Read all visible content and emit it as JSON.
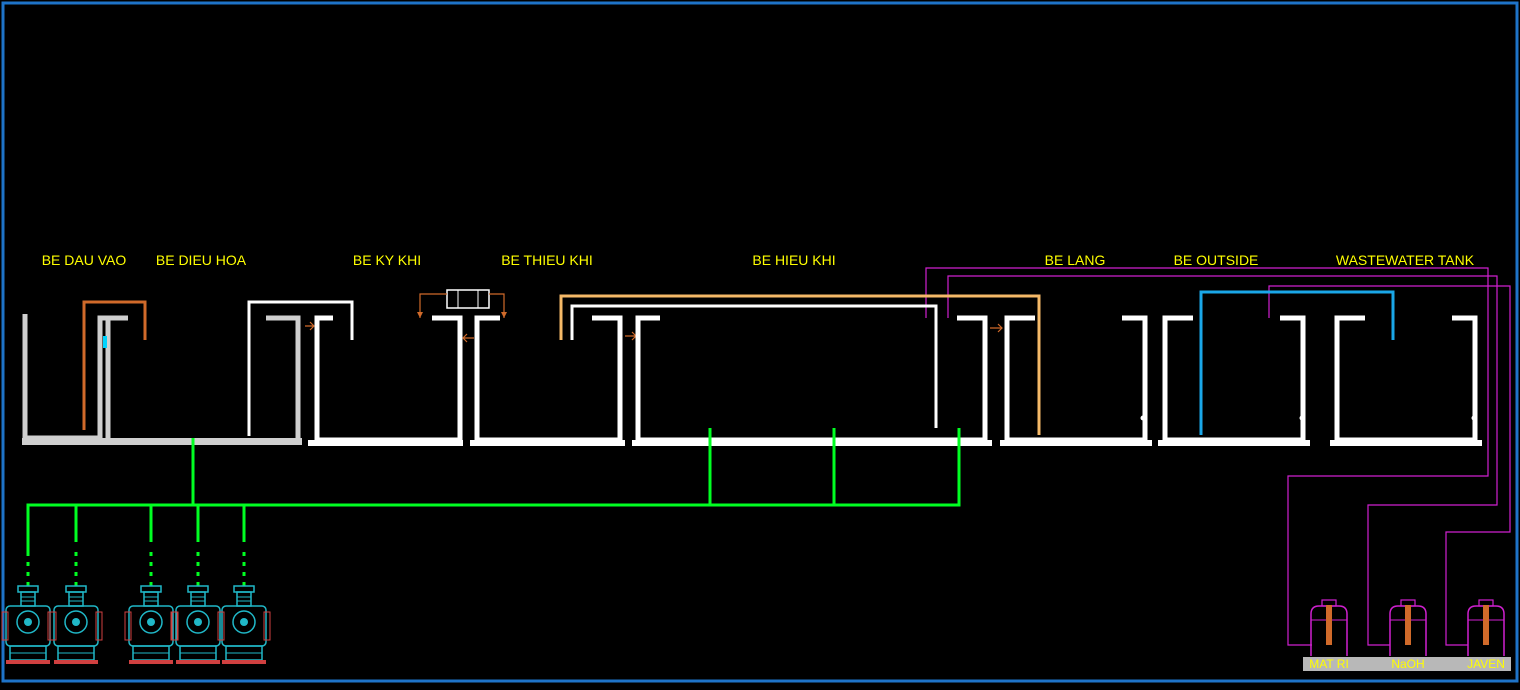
{
  "diagram": {
    "tank_labels": [
      {
        "id": "be-dau-vao",
        "text": "BE DAU VAO"
      },
      {
        "id": "be-dieu-hoa",
        "text": "BE DIEU HOA"
      },
      {
        "id": "be-ky-khi",
        "text": "BE KY KHI"
      },
      {
        "id": "be-thieu-khi",
        "text": "BE THIEU KHI"
      },
      {
        "id": "be-hieu-khi",
        "text": "BE HIEU KHI"
      },
      {
        "id": "be-lang",
        "text": "BE LANG"
      },
      {
        "id": "be-outside",
        "text": "BE OUTSIDE"
      },
      {
        "id": "wastewater-tank",
        "text": "WASTEWATER TANK"
      }
    ],
    "chemical_labels": [
      {
        "id": "mat-ri",
        "text": "MAT RI"
      },
      {
        "id": "naoh",
        "text": "NaOH"
      },
      {
        "id": "javen",
        "text": "JAVEN"
      }
    ],
    "colors": {
      "frame": "#1e73c8",
      "label": "#ffff00",
      "tank_wall": "#ffffff",
      "air_pipe": "#00ff22",
      "chemical_line": "#d020d0",
      "sludge_pipe": "#f5b968",
      "inlet_pipe": "#d06a2a",
      "outside_pipe": "#1aa7e8",
      "blower": "#20b8c8"
    }
  }
}
